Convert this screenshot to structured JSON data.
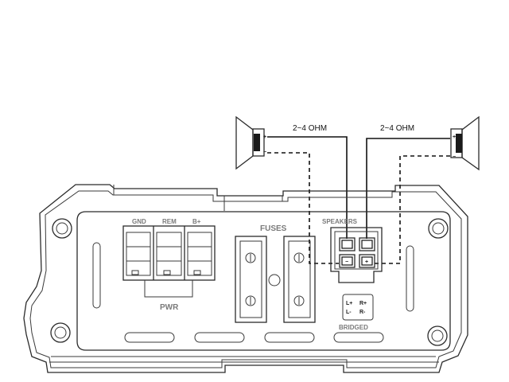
{
  "speakers": {
    "left": {
      "impedance": "2~4 OHM",
      "plus": "+",
      "minus": "−"
    },
    "right": {
      "impedance": "2~4 OHM",
      "plus": "+",
      "minus": "−"
    }
  },
  "amplifier": {
    "power_terminals": [
      "GND",
      "REM",
      "B+"
    ],
    "power_label": "PWR",
    "fuses_label": "FUSES",
    "speakers_label": "SPEAKERS",
    "speaker_plus": "+",
    "speaker_minus": "−",
    "bridged_label": "BRIDGED",
    "bridged_map": [
      "L+",
      "R+",
      "L-",
      "R-"
    ]
  }
}
